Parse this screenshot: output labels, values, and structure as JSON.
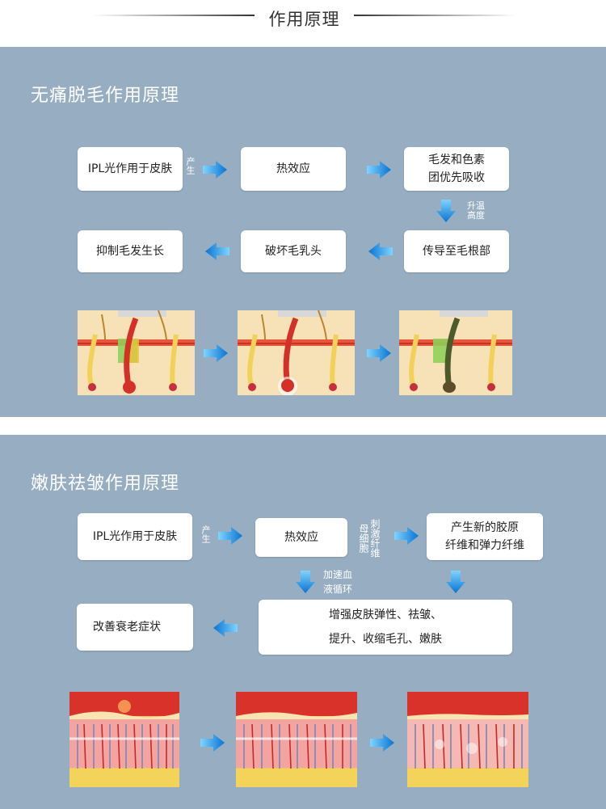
{
  "header": {
    "title": "作用原理"
  },
  "section1": {
    "title": "无痛脱毛作用原理",
    "box_ipl": "IPL光作用于皮肤",
    "label_produce": "产生",
    "box_heat": "热效应",
    "box_hair_line1": "毛发和色素",
    "box_hair_line2": "团优先吸收",
    "label_rise_line1": "升温",
    "label_rise_line2": "高度",
    "box_conduct": "传导至毛根部",
    "box_destroy": "破坏毛乳头",
    "box_inhibit": "抑制毛发生长"
  },
  "section2": {
    "title": "嫩肤祛皱作用原理",
    "box_ipl": "IPL光作用于皮肤",
    "label_produce": "产生",
    "box_heat": "热效应",
    "label_stim_col1": "刺激纤维",
    "label_stim_col2": "母细胞",
    "box_collagen_line1": "产生新的胶原",
    "box_collagen_line2": "纤维和弹力纤维",
    "label_blood_line1": "加速血",
    "label_blood_line2": "液循环",
    "box_enhance_line1": "增强皮肤弹性、祛皱、",
    "box_enhance_line2": "提升、收缩毛孔、嫩肤",
    "box_improve": "改善衰老症状"
  },
  "colors": {
    "panel": "#97aec2",
    "arrow": "#1a8de0",
    "skin_red": "#d9322b",
    "skin_yellow": "#f0c84a"
  },
  "icons": {
    "arrow": "blue-gradient-arrow-icon"
  }
}
